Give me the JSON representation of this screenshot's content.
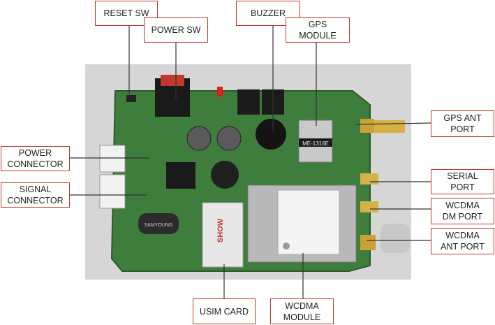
{
  "callouts": {
    "reset_sw": "RESET SW",
    "power_sw": "POWER SW",
    "buzzer": "BUZZER",
    "gps_module": "GPS\nMODULE",
    "gps_ant_port": "GPS ANT\nPORT",
    "power_connector": "POWER\nCONNECTOR",
    "signal_connector": "SIGNAL\nCONNECTOR",
    "serial_port": "SERIAL\nPORT",
    "wcdma_dm_port": "WCDMA\nDM PORT",
    "wcdma_ant_port": "WCDMA\nANT PORT",
    "usim_card": "USIM CARD",
    "wcdma_module": "WCDMA\nMODULE"
  },
  "board_text": {
    "gps_chip": "ME-1316E",
    "capacitor": "SAMYOUNG",
    "sim_logo": "SHOW"
  },
  "colors": {
    "callout_border": "#c0392b",
    "pcb": "#3f7d3c",
    "photo_bg": "#d6d6d6"
  }
}
